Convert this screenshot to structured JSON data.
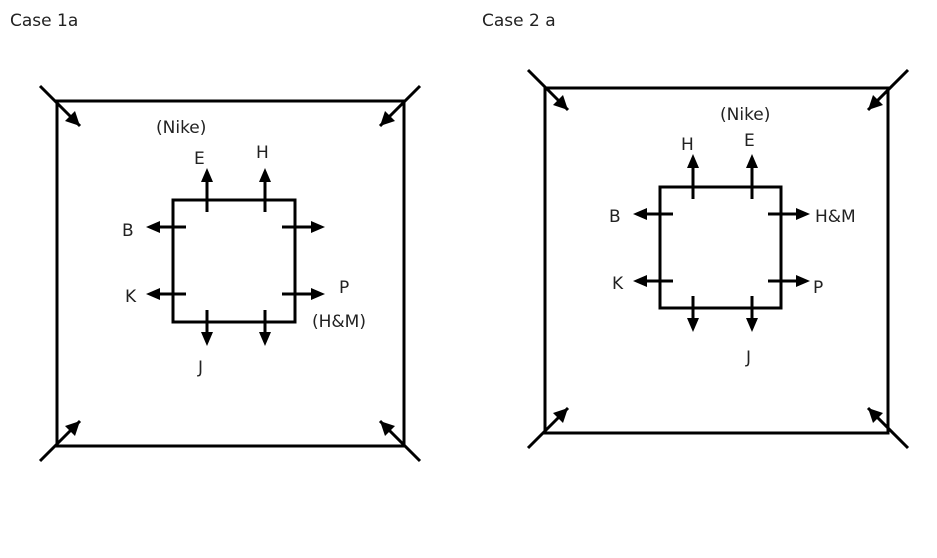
{
  "cases": [
    {
      "title": "Case 1a",
      "labels": {
        "nike": "(Nike)",
        "e": "E",
        "h": "H",
        "b": "B",
        "k": "K",
        "p": "P",
        "hm": "(H&M)",
        "j": "J"
      }
    },
    {
      "title": "Case 2 a",
      "labels": {
        "nike": "(Nike)",
        "h": "H",
        "e": "E",
        "b": "B",
        "k": "K",
        "hm": "H&M",
        "p": "P",
        "j": "J"
      }
    }
  ]
}
